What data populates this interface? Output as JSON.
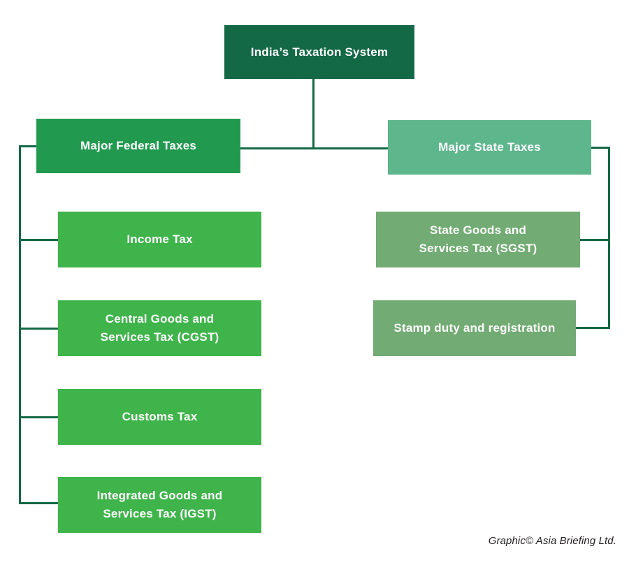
{
  "diagram_title": "India’s Taxation System",
  "nodes": {
    "root": {
      "lines": [
        "India’s Taxation System"
      ]
    },
    "federal": {
      "lines": [
        "Major Federal Taxes"
      ]
    },
    "state": {
      "lines": [
        "Major State Taxes"
      ]
    },
    "income": {
      "lines": [
        "Income Tax"
      ]
    },
    "cgst": {
      "lines": [
        "Central Goods and",
        "Services Tax (CGST)"
      ]
    },
    "customs": {
      "lines": [
        "Customs Tax"
      ]
    },
    "igst": {
      "lines": [
        "Integrated Goods and",
        "Services Tax (IGST)"
      ]
    },
    "sgst": {
      "lines": [
        "State Goods and",
        "Services Tax (SGST)"
      ]
    },
    "stamp": {
      "lines": [
        "Stamp duty and registration"
      ]
    }
  },
  "hierarchy": {
    "root": "India’s Taxation System",
    "branches": [
      {
        "label": "Major Federal Taxes",
        "children": [
          "Income Tax",
          "Central Goods and Services Tax (CGST)",
          "Customs Tax",
          "Integrated Goods and Services Tax (IGST)"
        ]
      },
      {
        "label": "Major State Taxes",
        "children": [
          "State Goods and Services Tax (SGST)",
          "Stamp duty and registration"
        ]
      }
    ]
  },
  "colors": {
    "root_bg": "#136945",
    "federal_bg": "#219a50",
    "state_bg": "#5eb68c",
    "federal_child_bg": "#3fb44b",
    "state_child_bg": "#72ab73",
    "connector": "#136945",
    "node_text": "#ffffff",
    "credit_text": "#231f20",
    "background": "#ffffff"
  },
  "footer": {
    "credit": "Graphic© Asia Briefing Ltd."
  }
}
